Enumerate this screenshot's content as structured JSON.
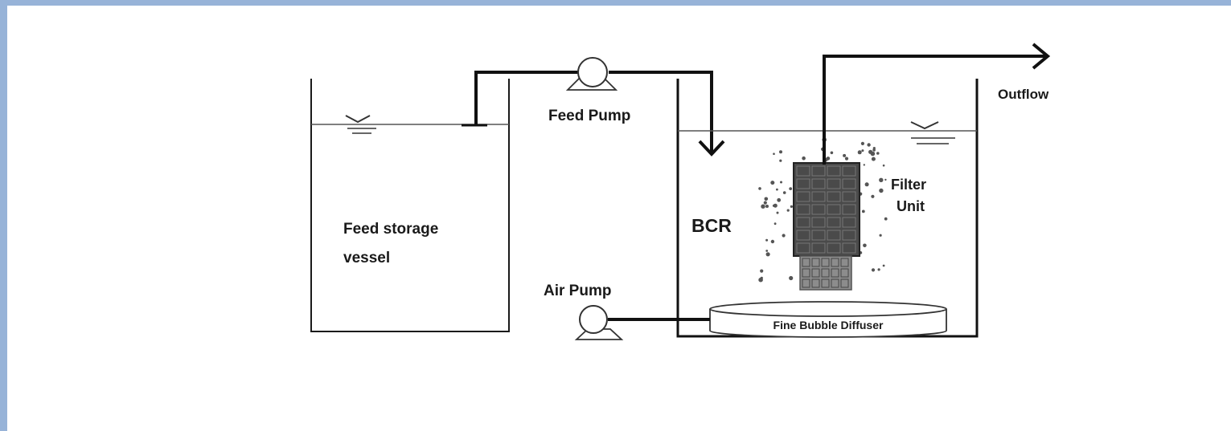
{
  "labels": {
    "feed_storage_line1": "Feed storage",
    "feed_storage_line2": "vessel",
    "feed_pump": "Feed Pump",
    "air_pump": "Air Pump",
    "bcr": "BCR",
    "filter_line1": "Filter",
    "filter_line2": "Unit",
    "outflow": "Outflow",
    "diffuser": "Fine Bubble Diffuser"
  },
  "colors": {
    "frame_border": "#97b3d8",
    "line": "#111111",
    "filter_fill": "#4a4a4a",
    "filter_base": "#8c8c8c"
  }
}
